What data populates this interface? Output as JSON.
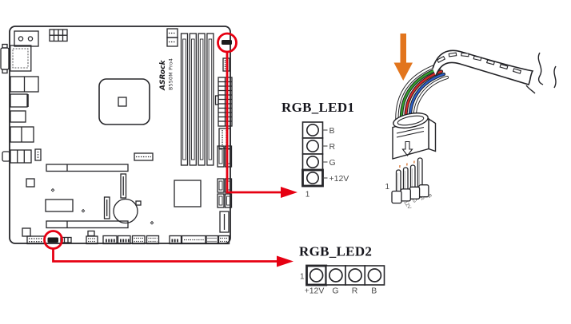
{
  "figure": {
    "board": {
      "brand": "ASRock",
      "model": "B550M Pro4"
    },
    "led1": {
      "title": "RGB_LED1",
      "pin1": "1",
      "pins": [
        "B",
        "R",
        "G",
        "+12V"
      ]
    },
    "led2": {
      "title": "RGB_LED2",
      "pin1": "1",
      "pins": [
        "+12V",
        "G",
        "R",
        "B"
      ]
    },
    "strip": {
      "pin1": "1",
      "pins": [
        "12V",
        "G",
        "R",
        "B"
      ]
    }
  },
  "colors": {
    "highlight_red": "#e60012",
    "arrow_orange": "#e2751d",
    "dash_orange": "#d9702a",
    "wire_green": "#33a02c",
    "wire_red": "#d62828",
    "wire_blue": "#2b5fc7",
    "line_dark": "#26262a",
    "label_gray": "#4a4a4a"
  }
}
